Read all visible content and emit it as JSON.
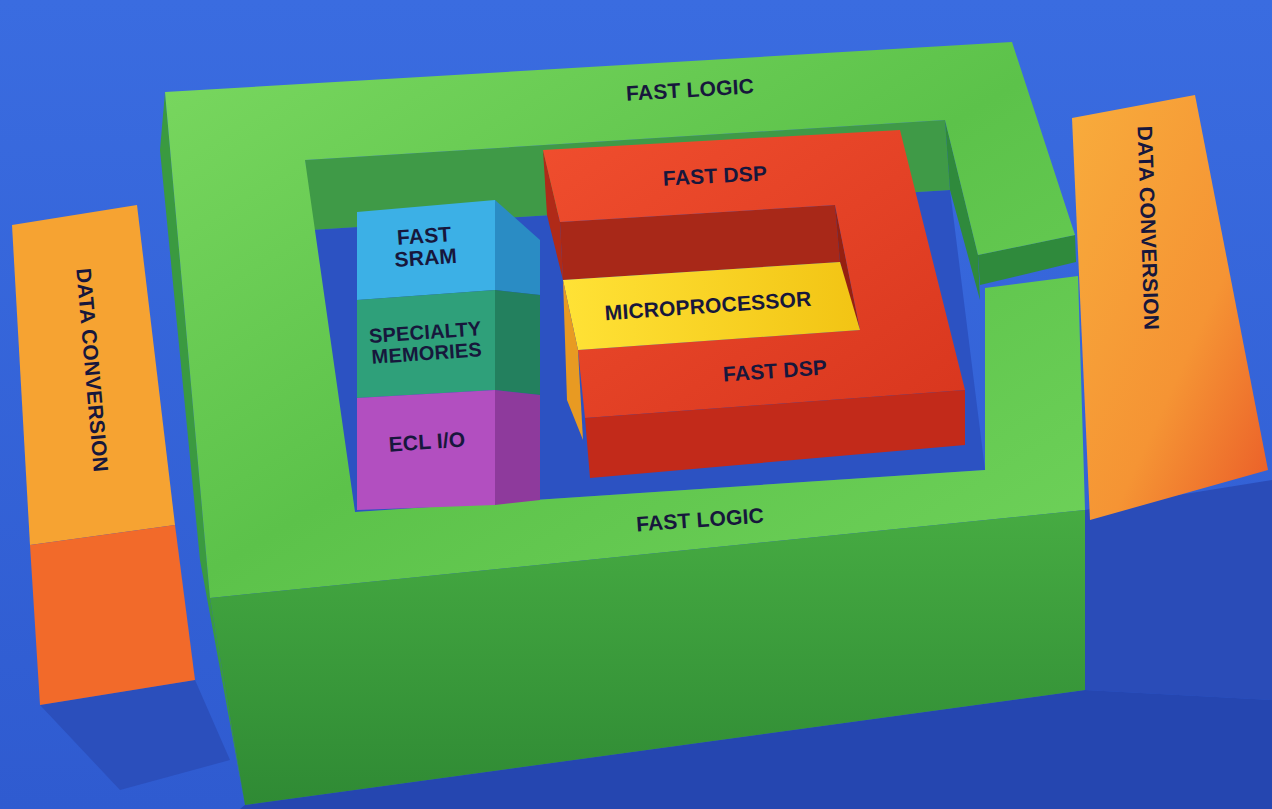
{
  "diagram": {
    "nodes": [
      {
        "text": [
          "FAST LOGIC",
          "FAST LOGIC"
        ]
      },
      {
        "text": [
          "FAST SRAM"
        ],
        "in": 0
      },
      {
        "text": [
          "SPECIALTY MEMORIES"
        ],
        "in": 0
      },
      {
        "text": [
          "ECL I/O"
        ],
        "in": 0
      },
      {
        "text": [
          "FAST DSP",
          "FAST DSP"
        ],
        "in": 0
      },
      {
        "text": [
          "MICROPROCESSOR"
        ],
        "in": 4
      },
      {
        "text": [
          "DATA CONVERSION"
        ]
      },
      {
        "text": [
          "DATA CONVERSION"
        ]
      }
    ]
  }
}
